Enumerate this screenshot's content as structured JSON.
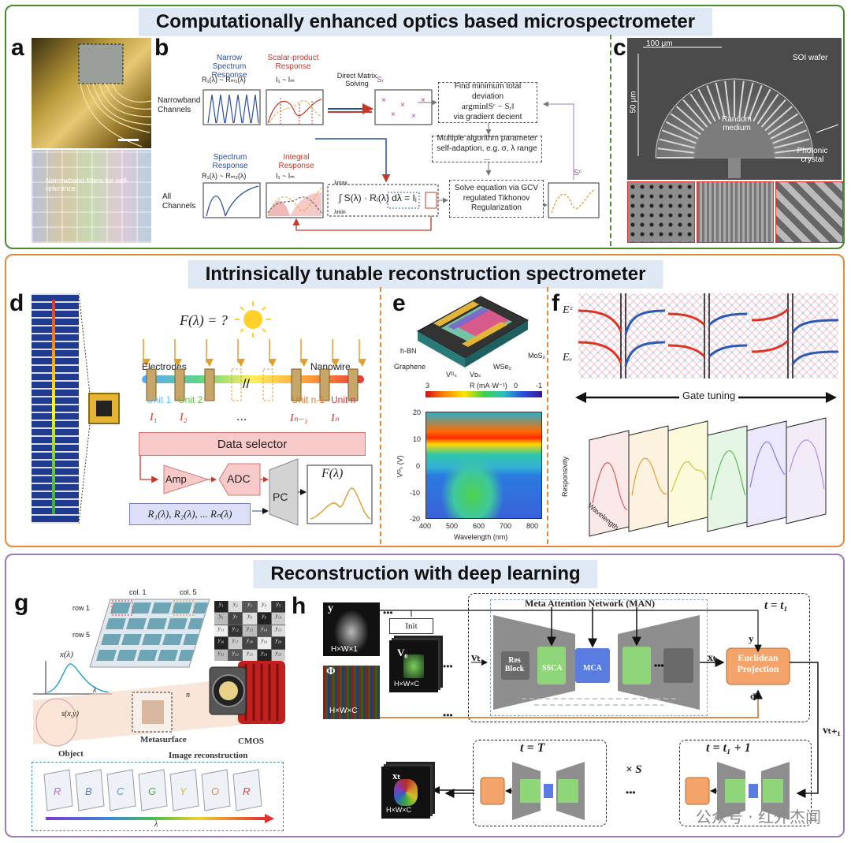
{
  "sections": {
    "top_title": "Computationally enhanced optics based microspectrometer",
    "middle_title": "Intrinsically tunable reconstruction spectrometer",
    "bottom_title": "Reconstruction with deep learning"
  },
  "panel_labels": {
    "a": "a",
    "b": "b",
    "c": "c",
    "d": "d",
    "e": "e",
    "f": "f",
    "g": "g",
    "h": "h"
  },
  "panel_a": {
    "caption": "Narrowband filters for self-reference"
  },
  "panel_b": {
    "narrow_spectrum_response": "Narrow Spectrum Response",
    "narrow_eq": "R₁(λ) ~ Rₘ₁(λ)",
    "scalar_product_response": "Scalar-product Response",
    "scalar_eq": "I₁ ~ Iₘ",
    "direct_matrix": "Direct Matrix Solving",
    "sr": "Sᵣ",
    "narrowband_channels": "Narrowband Channels",
    "find_min": "Find minimum total deviation",
    "argmin": "argmin‖Sᶜ − Sᵣ‖",
    "via_gradient": "via gradient decient",
    "multiple_algo": "Multiple algorithm parameter self-adaption, e.g. σ, λ range ...",
    "spectrum_response": "Spectrum Response",
    "spectrum_eq": "R₁(λ) ~ Rₘ₂(λ)",
    "integral_response": "Integral Response",
    "integral_eq": "I₁ ~ Iₘ",
    "all_channels": "All Channels",
    "integral_formula": "∫ S(λ) · Rᵢ(λ) dλ = Iᵢ",
    "lambda_max": "λmax",
    "lambda_min": "λmin",
    "solve_eq": "Solve equation via GCV regulated Tikhonov Regularization",
    "sc": "Sᶜ"
  },
  "panel_c": {
    "scale_100": "100 μm",
    "scale_50": "50 μm",
    "soi": "SOI wafer",
    "random_medium": "Random medium",
    "photonic_crystal": "Photonic crystal"
  },
  "panel_d": {
    "f_lambda_q": "F(λ) = ?",
    "electrodes": "Electrodes",
    "nanowire": "Nanowire",
    "units": [
      "Unit 1",
      "Unit 2",
      "Unit n-1",
      "Unit n"
    ],
    "currents": [
      "I₁",
      "I₂",
      "...",
      "Iₙ₋₁",
      "Iₙ"
    ],
    "data_selector": "Data selector",
    "amp": "Amp",
    "adc": "ADC",
    "pc": "PC",
    "f_lambda": "F(λ)",
    "responses": "R₁(λ), R₂(λ), ... Rₙ(λ)"
  },
  "panel_e": {
    "hbn": "h-BN",
    "graphene": "Graphene",
    "vgs": "Vᴳₛ",
    "vds": "Vᴅₛ",
    "wse2": "WSe₂",
    "mos2": "MoS₂",
    "colorbar_label": "R (mA·W⁻¹)",
    "cb_ticks": [
      "3",
      "0",
      "-1"
    ],
    "ylabel": "Vᴳₛ (V)",
    "xlabel": "Wavelength (nm)",
    "yticks": [
      "20",
      "10",
      "0",
      "-10",
      "-20"
    ],
    "xticks": [
      "400",
      "500",
      "600",
      "700",
      "800"
    ]
  },
  "panel_f": {
    "ec": "Eᶜ",
    "ev": "Eᵥ",
    "gate_tuning": "Gate tuning",
    "responsivity": "Responsivity",
    "wavelength": "Wavelength"
  },
  "panel_g": {
    "col1": "col. 1",
    "col5": "col. 5",
    "row1": "row 1",
    "row5": "row 5",
    "x_lambda": "x(λ)",
    "lambda": "λ",
    "sxy": "s(x,y)",
    "object": "Object",
    "n": "n",
    "metasurface": "Metasurface",
    "cmos": "CMOS",
    "image_recon": "Image reconstruction",
    "lambda_axis": "λ",
    "y_grid": [
      "y₁",
      "y₂",
      "y₃",
      "y₄",
      "y₅",
      "y₆",
      "y₇",
      "y₈",
      "y₉",
      "y₁₀",
      "y₁₁",
      "y₁₂",
      "y₁₃",
      "y₁₄",
      "y₁₅",
      "y₁₆",
      "y₁₇",
      "y₁₈",
      "y₁₉",
      "y₂₀",
      "y₂₁",
      "y₂₂",
      "y₂₃",
      "y₂₄",
      "y₂₅"
    ]
  },
  "panel_h": {
    "y": "y",
    "hw1": "H×W×1",
    "init": "Init",
    "v0": "V₀",
    "hwc": "H×W×C",
    "phi": "Φ",
    "hwc_phi": "H×W×C",
    "vt": "vₜ",
    "man": "Meta Attention Network (MAN)",
    "t_eq_t1": "t = t₁",
    "res_block": "Res Block",
    "ssca": "SSCA",
    "mca": "MCA",
    "xt": "xₜ",
    "y_in": "y",
    "euclidean": "Euclidean Projection",
    "phi_in": "Φ",
    "vt1": "vₜ₊₁",
    "t_eq_T": "t = T",
    "times_s": "× S",
    "t_eq_t1p1": "t = t₁ + 1",
    "xT": "xₜ",
    "hwc_out": "H×W×C",
    "dots": "•••"
  },
  "watermark": "公众号 · 红外杰闻",
  "colors": {
    "top_border": "#4a8a2e",
    "mid_border": "#e08a3a",
    "bottom_border": "#9b7cb6",
    "title_bg": "#dfe9f6"
  }
}
